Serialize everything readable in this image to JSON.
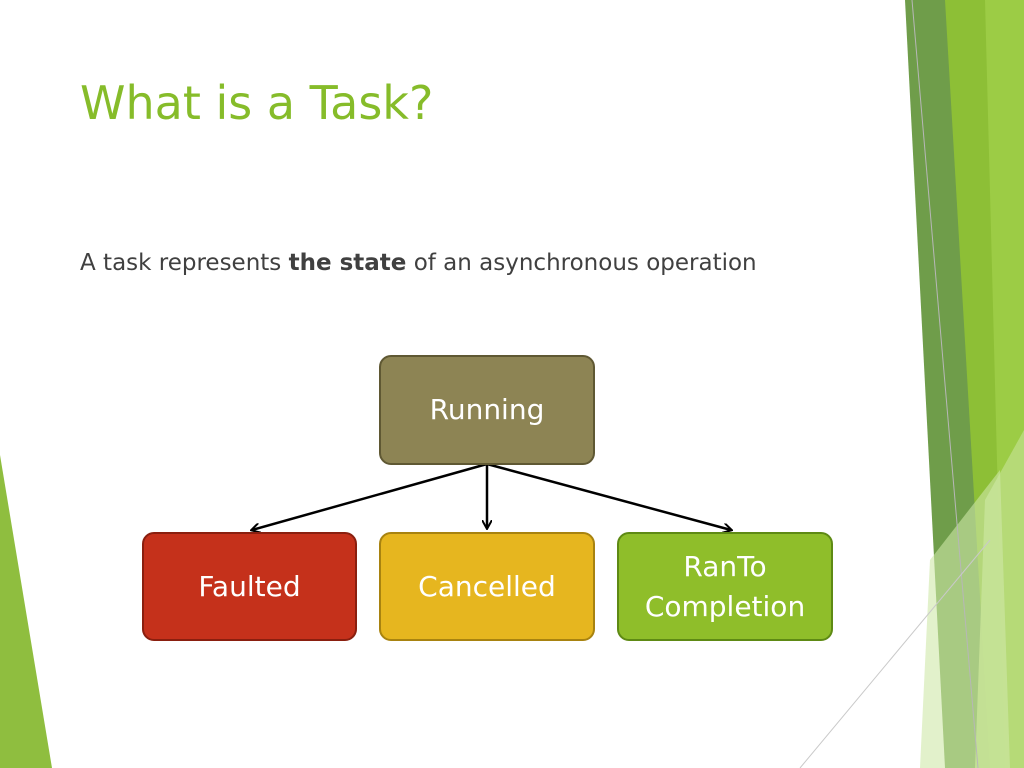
{
  "slide": {
    "title": "What is a Task?",
    "subtitle": {
      "before": "A task represents ",
      "bold": "the state",
      "after": " of an asynchronous operation"
    }
  },
  "diagram": {
    "root": {
      "label": "Running",
      "fill": "#8d8454",
      "border": "#5f5833"
    },
    "children": [
      {
        "label": "Faulted",
        "fill": "#c5311b",
        "border": "#8a1f0f"
      },
      {
        "label": "Cancelled",
        "fill": "#e6b61f",
        "border": "#a88310"
      },
      {
        "label": "RanTo\nCompletion",
        "fill": "#8fbe2a",
        "border": "#5e8a14"
      }
    ]
  },
  "colors": {
    "title": "#86bc2a",
    "text": "#404040",
    "accent_green": "#86bc2a"
  }
}
